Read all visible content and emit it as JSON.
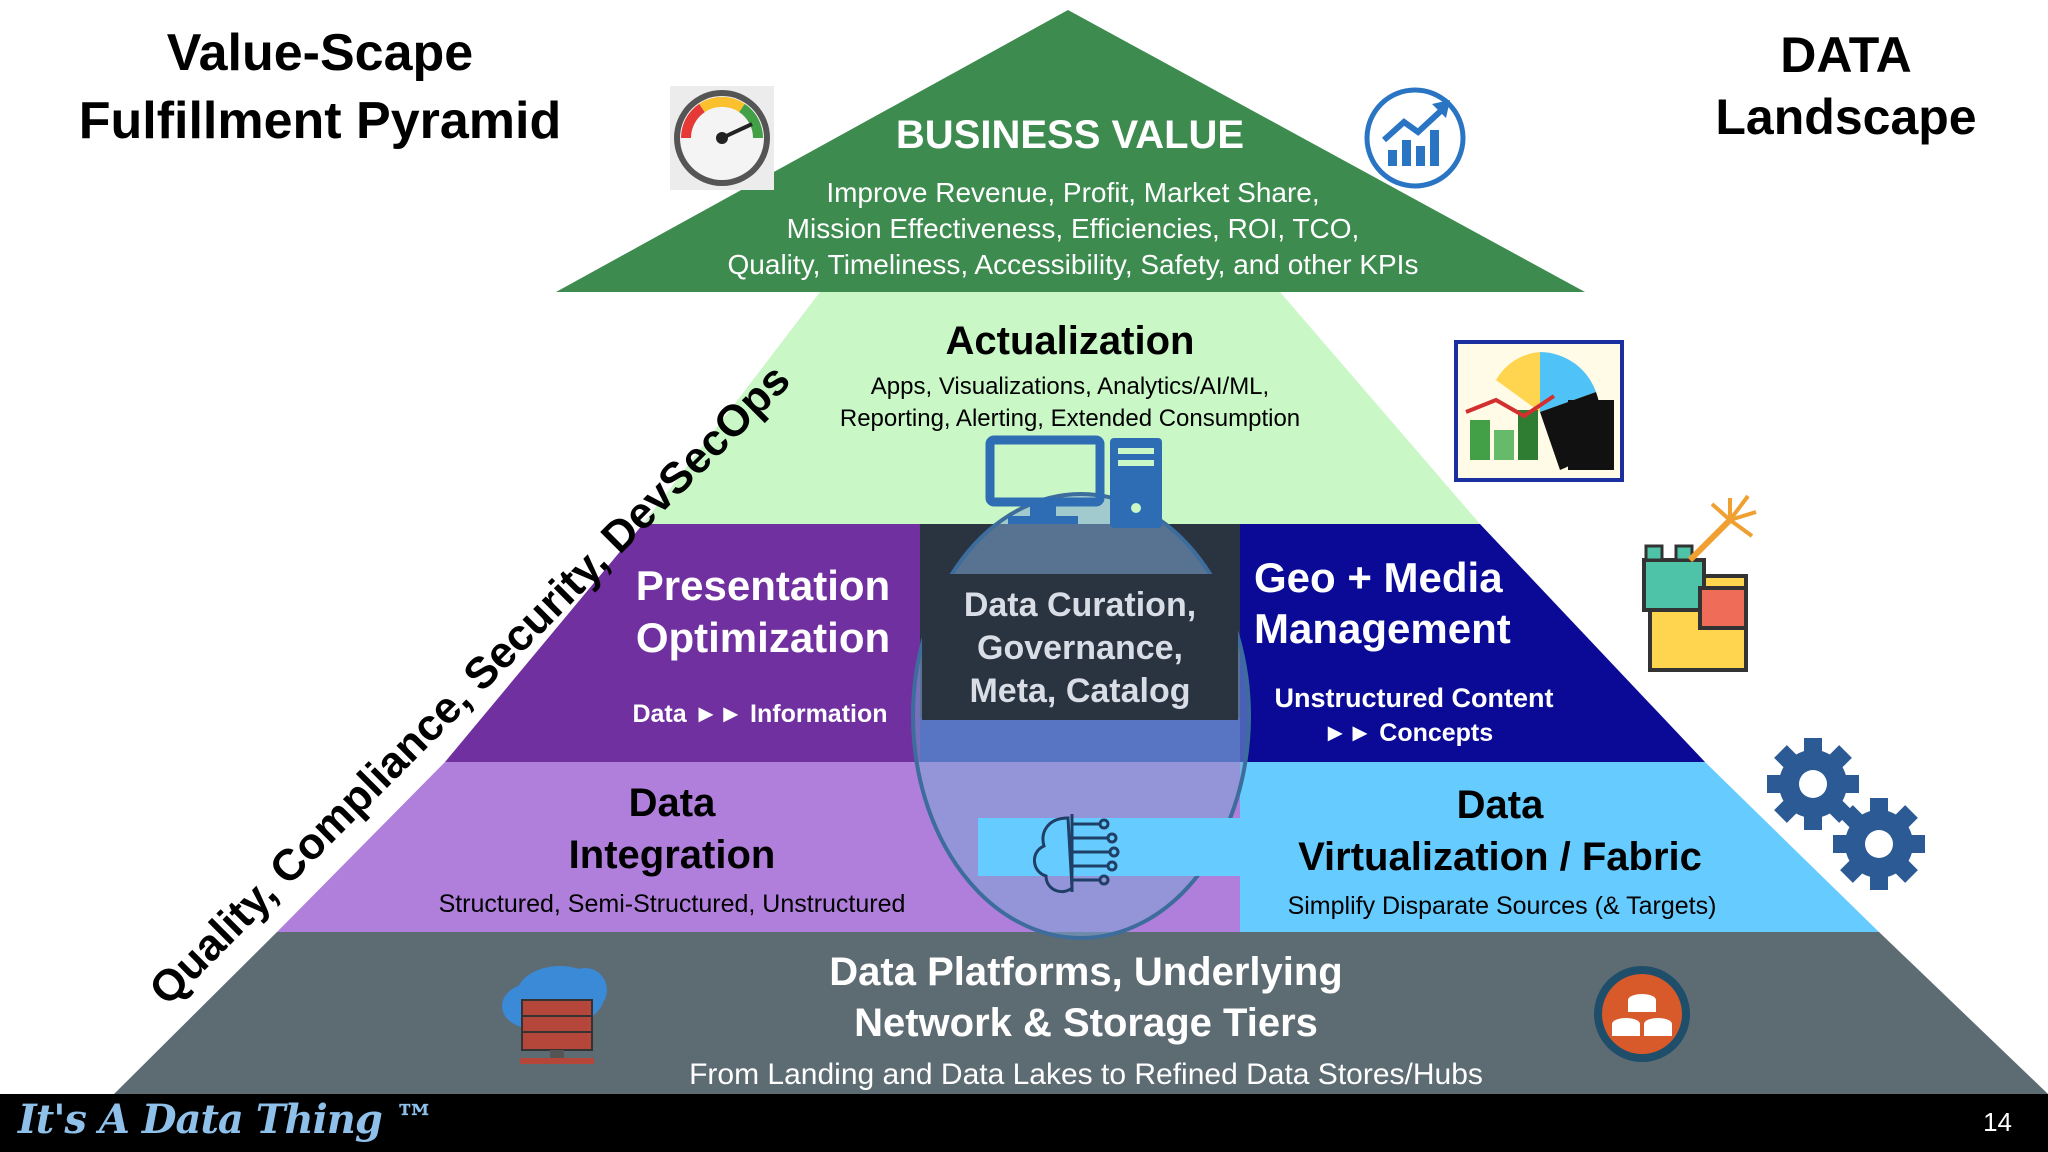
{
  "title": {
    "line1": "Value-Scape",
    "line2": "Fulfillment Pyramid"
  },
  "landscape": {
    "line1": "DATA",
    "line2": "Landscape"
  },
  "side_label": "Quality, Compliance, Security, DevSecOps",
  "business_value": {
    "title": "BUSINESS VALUE",
    "lines": [
      "Improve Revenue, Profit, Market Share,",
      "Mission Effectiveness, Efficiencies, ROI, TCO,",
      "Quality, Timeliness, Accessibility, Safety, and other KPIs"
    ]
  },
  "actualization": {
    "title": "Actualization",
    "lines": [
      "Apps, Visualizations, Analytics/AI/ML,",
      "Reporting, Alerting, Extended Consumption"
    ]
  },
  "presentation": {
    "title_lines": [
      "Presentation",
      "Optimization"
    ],
    "subtitle": "Data ►► Information"
  },
  "curation": {
    "lines": [
      "Data Curation,",
      "Governance,",
      "Meta, Catalog"
    ]
  },
  "geo_media": {
    "title_lines": [
      "Geo + Media",
      "Management"
    ],
    "sub_lines": [
      "Unstructured Content",
      "►► Concepts"
    ]
  },
  "integration": {
    "title_lines": [
      "Data",
      "Integration"
    ],
    "subtitle": "Structured, Semi-Structured, Unstructured"
  },
  "virtualization": {
    "title_lines": [
      "Data",
      "Virtualization / Fabric"
    ],
    "subtitle": "Simplify Disparate Sources (& Targets)"
  },
  "platforms": {
    "title_lines": [
      "Data Platforms, Underlying",
      "Network & Storage Tiers"
    ],
    "subtitle": "From Landing and Data Lakes to Refined Data Stores/Hubs"
  },
  "footer": {
    "brand": "It's A Data Thing ™",
    "page": "14"
  },
  "colors": {
    "business_value": "#3d8b4f",
    "actualization": "#c9f7c6",
    "presentation": "#7030a0",
    "geo_media": "#0a0a96",
    "integration": "#b07fdc",
    "virtualization": "#66ccff",
    "platforms": "#5d6b73",
    "curation_box": "#2a3340"
  },
  "icons": [
    "speedometer-icon",
    "growth-chart-icon",
    "analytics-collage-icon",
    "building-blocks-icon",
    "gears-icon",
    "computer-icon",
    "circuit-chip-icon",
    "cloud-server-icon",
    "database-icon"
  ]
}
